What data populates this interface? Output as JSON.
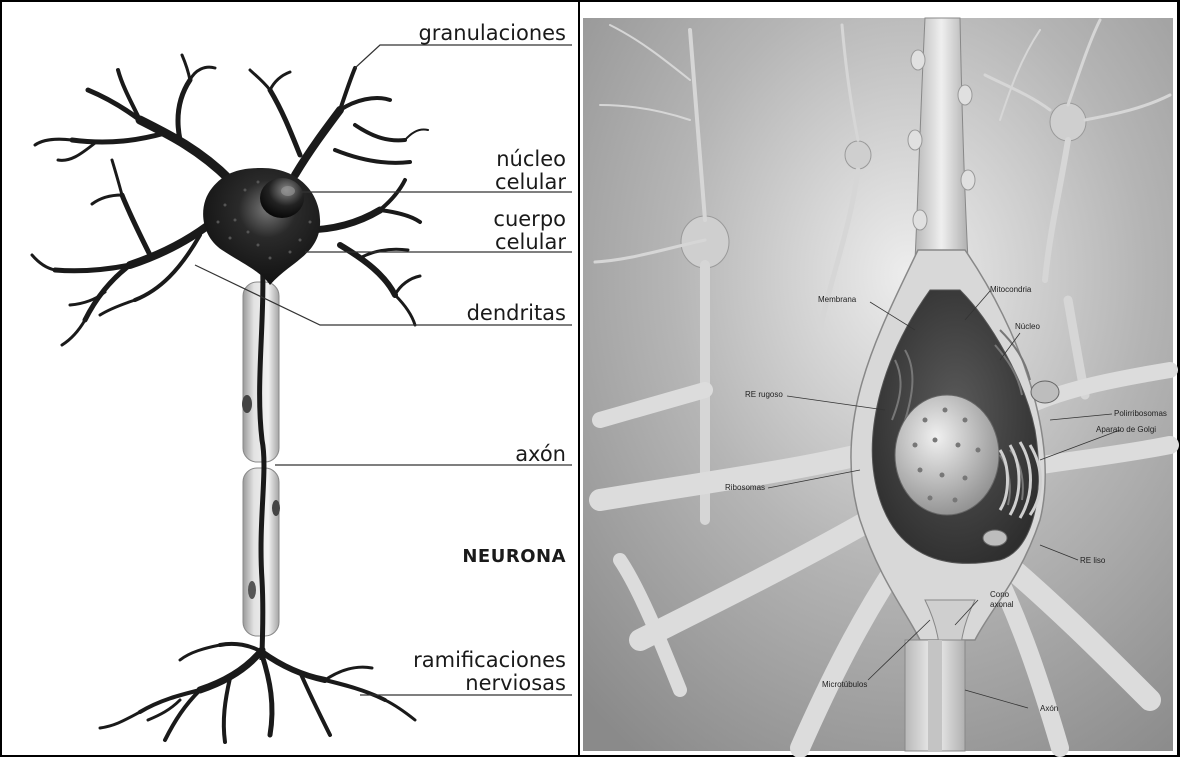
{
  "left_panel": {
    "title": "NEURONA",
    "labels": {
      "granulaciones": "granulaciones",
      "nucleo_1": "núcleo",
      "nucleo_2": "celular",
      "cuerpo_1": "cuerpo",
      "cuerpo_2": "celular",
      "dendritas": "dendritas",
      "axon": "axón",
      "ramificaciones_1": "ramificaciones",
      "ramificaciones_2": "nerviosas"
    }
  },
  "right_panel": {
    "labels": {
      "membrana": "Membrana",
      "mitocondria": "Mitocondria",
      "nucleo": "Núcleo",
      "re_rugoso": "RE rugoso",
      "polirribosomas": "Polirribosomas",
      "aparato_golgi": "Aparato de Golgi",
      "ribosomas": "Ribosomas",
      "re_liso": "RE liso",
      "cono_1": "Cono",
      "cono_2": "axonal",
      "microtubulos": "Microtúbulos",
      "axon": "Axón"
    }
  }
}
